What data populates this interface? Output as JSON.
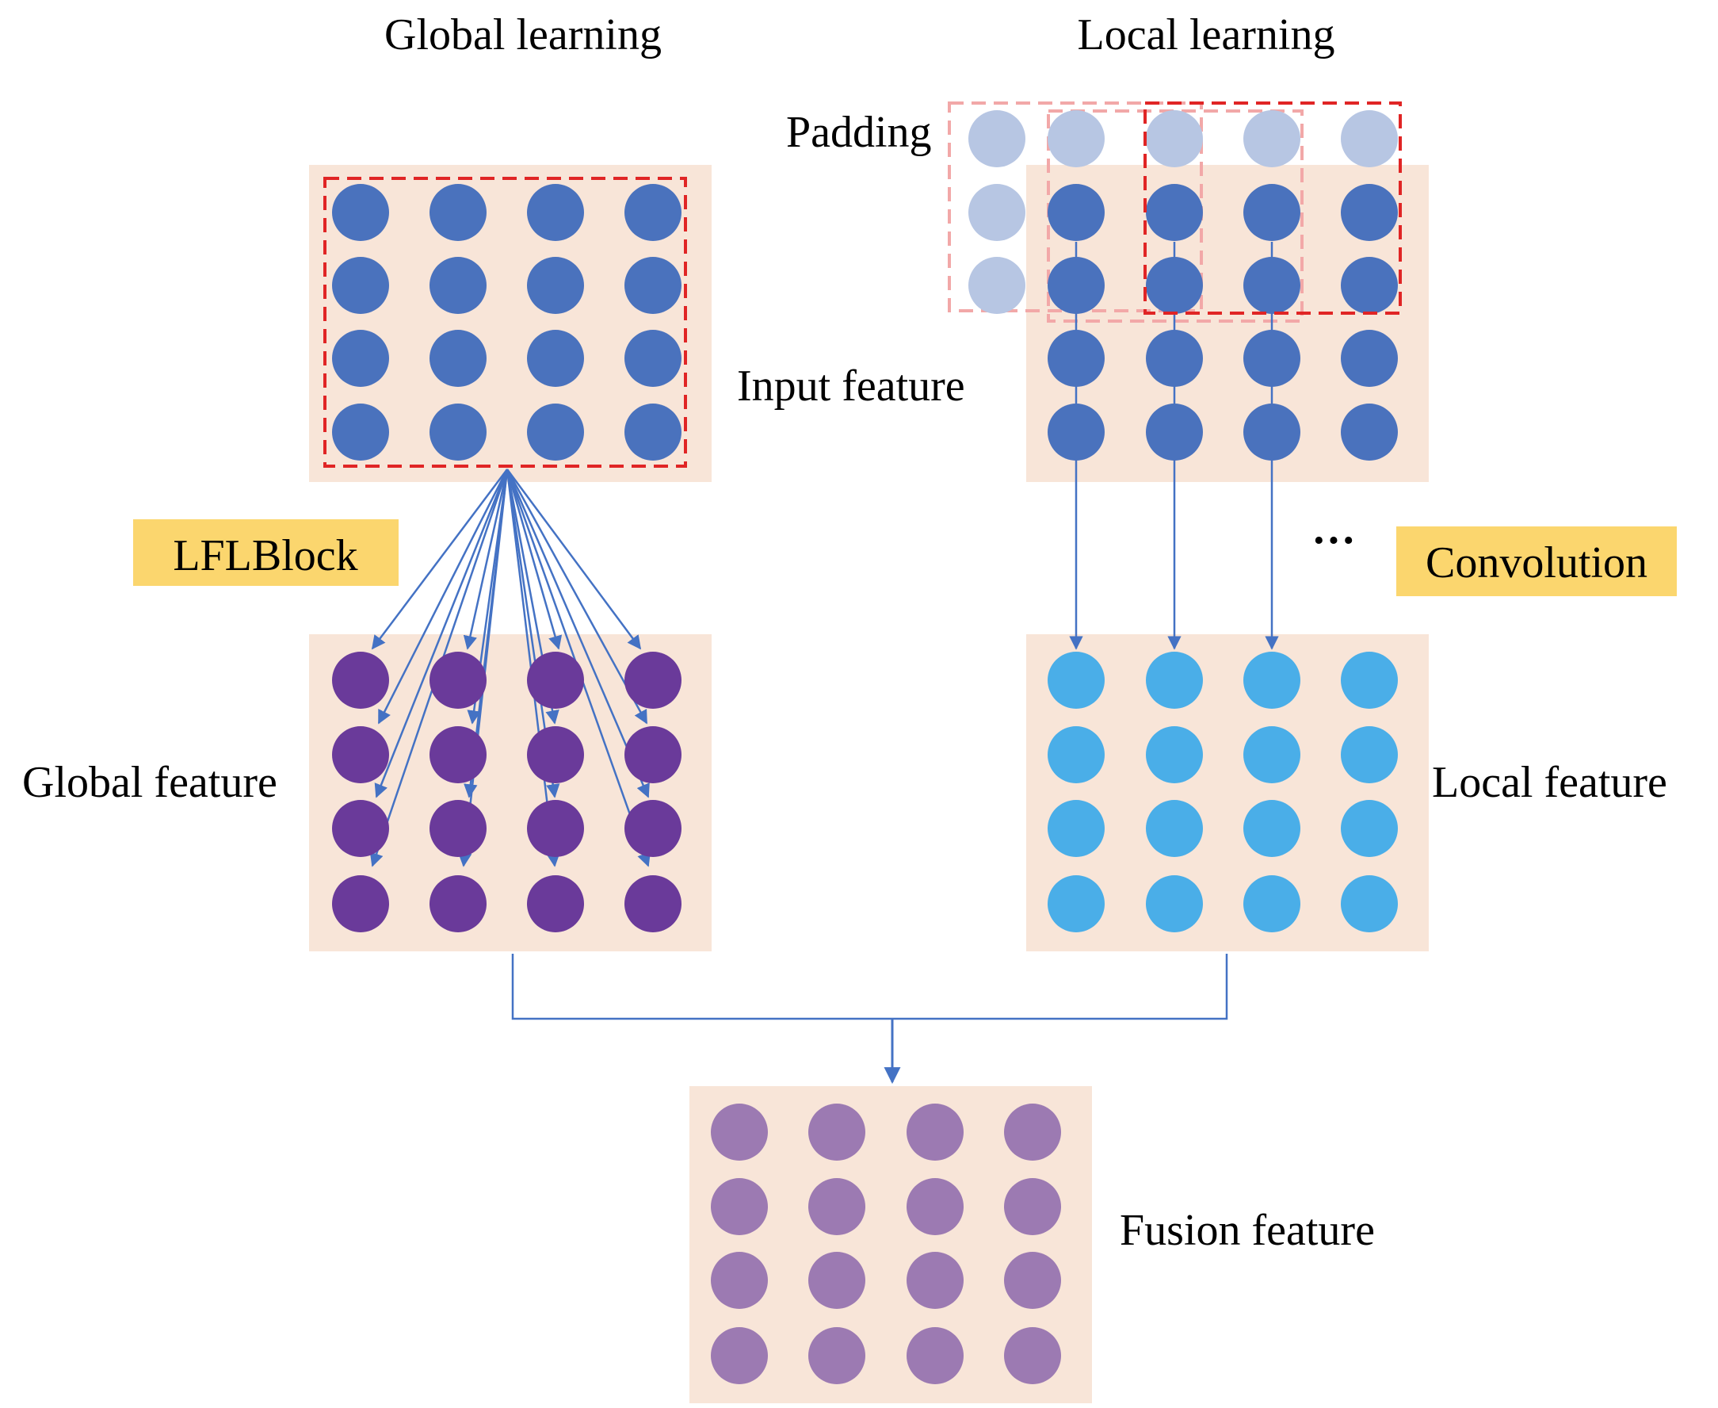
{
  "labels": {
    "global_learning": "Global learning",
    "local_learning": "Local learning",
    "padding": "Padding",
    "input_feature": "Input feature",
    "lflblock": "LFLBlock",
    "convolution": "Convolution",
    "ellipsis": "···",
    "global_feature": "Global feature",
    "local_feature": "Local feature",
    "fusion_feature": "Fusion feature"
  },
  "colors": {
    "panel_bg": "#f8e5d8",
    "input_node": "#4a72bd",
    "padding_node": "#b7c6e3",
    "global_node": "#6a3a9a",
    "local_node": "#4aaee8",
    "fusion_node": "#9c7ab2",
    "arrow": "#4472c4",
    "dashed_box": "#e02525",
    "dashed_box_faded": "#f2a8a8",
    "tag_bg": "#fbd66e"
  },
  "grid": {
    "rows": 4,
    "cols": 4
  }
}
